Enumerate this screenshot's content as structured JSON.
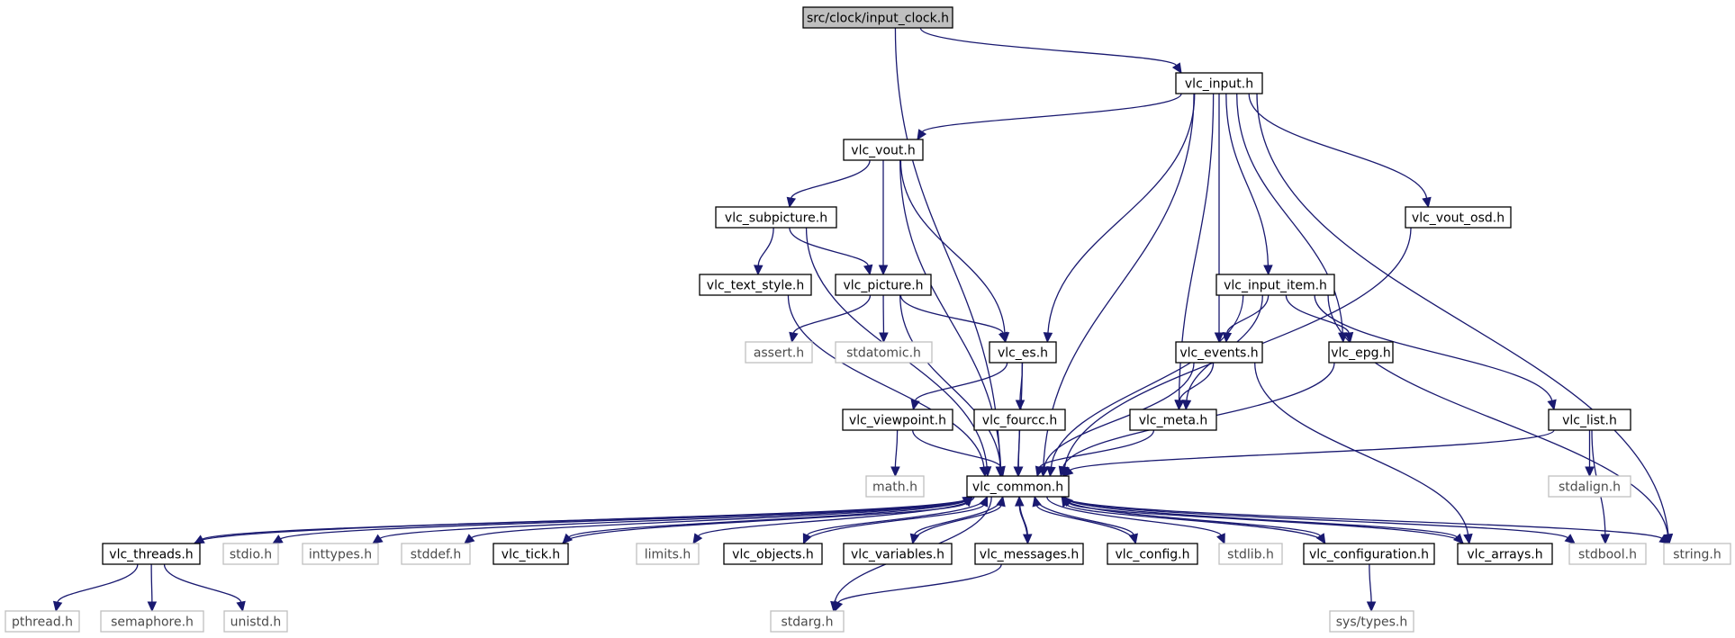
{
  "graph": {
    "colors": {
      "edge": "#191970",
      "main_fill": "#bfbfbf",
      "system_border": "#bfbfbf",
      "system_text": "#4a4a4a"
    },
    "nodes": [
      {
        "id": "input_clock",
        "label": "src/clock/input_clock.h",
        "kind": "main"
      },
      {
        "id": "vlc_input",
        "label": "vlc_input.h",
        "kind": "internal"
      },
      {
        "id": "vlc_vout",
        "label": "vlc_vout.h",
        "kind": "internal"
      },
      {
        "id": "vlc_subpicture",
        "label": "vlc_subpicture.h",
        "kind": "internal"
      },
      {
        "id": "vlc_vout_osd",
        "label": "vlc_vout_osd.h",
        "kind": "internal"
      },
      {
        "id": "vlc_text_style",
        "label": "vlc_text_style.h",
        "kind": "internal"
      },
      {
        "id": "vlc_picture",
        "label": "vlc_picture.h",
        "kind": "internal"
      },
      {
        "id": "vlc_input_item",
        "label": "vlc_input_item.h",
        "kind": "internal"
      },
      {
        "id": "assert",
        "label": "assert.h",
        "kind": "system"
      },
      {
        "id": "stdatomic",
        "label": "stdatomic.h",
        "kind": "system"
      },
      {
        "id": "vlc_es",
        "label": "vlc_es.h",
        "kind": "internal"
      },
      {
        "id": "vlc_events",
        "label": "vlc_events.h",
        "kind": "internal"
      },
      {
        "id": "vlc_epg",
        "label": "vlc_epg.h",
        "kind": "internal"
      },
      {
        "id": "vlc_viewpoint",
        "label": "vlc_viewpoint.h",
        "kind": "internal"
      },
      {
        "id": "vlc_fourcc",
        "label": "vlc_fourcc.h",
        "kind": "internal"
      },
      {
        "id": "vlc_meta",
        "label": "vlc_meta.h",
        "kind": "internal"
      },
      {
        "id": "vlc_list",
        "label": "vlc_list.h",
        "kind": "internal"
      },
      {
        "id": "math",
        "label": "math.h",
        "kind": "system"
      },
      {
        "id": "vlc_common",
        "label": "vlc_common.h",
        "kind": "internal"
      },
      {
        "id": "stdalign",
        "label": "stdalign.h",
        "kind": "system"
      },
      {
        "id": "vlc_threads",
        "label": "vlc_threads.h",
        "kind": "internal"
      },
      {
        "id": "stdio",
        "label": "stdio.h",
        "kind": "system"
      },
      {
        "id": "inttypes",
        "label": "inttypes.h",
        "kind": "system"
      },
      {
        "id": "stddef",
        "label": "stddef.h",
        "kind": "system"
      },
      {
        "id": "vlc_tick",
        "label": "vlc_tick.h",
        "kind": "internal"
      },
      {
        "id": "limits",
        "label": "limits.h",
        "kind": "system"
      },
      {
        "id": "vlc_objects",
        "label": "vlc_objects.h",
        "kind": "internal"
      },
      {
        "id": "vlc_variables",
        "label": "vlc_variables.h",
        "kind": "internal"
      },
      {
        "id": "vlc_messages",
        "label": "vlc_messages.h",
        "kind": "internal"
      },
      {
        "id": "vlc_config",
        "label": "vlc_config.h",
        "kind": "internal"
      },
      {
        "id": "stdlib",
        "label": "stdlib.h",
        "kind": "system"
      },
      {
        "id": "vlc_configuration",
        "label": "vlc_configuration.h",
        "kind": "internal"
      },
      {
        "id": "vlc_arrays",
        "label": "vlc_arrays.h",
        "kind": "internal"
      },
      {
        "id": "stdbool",
        "label": "stdbool.h",
        "kind": "system"
      },
      {
        "id": "string",
        "label": "string.h",
        "kind": "system"
      },
      {
        "id": "pthread",
        "label": "pthread.h",
        "kind": "system"
      },
      {
        "id": "semaphore",
        "label": "semaphore.h",
        "kind": "system"
      },
      {
        "id": "unistd",
        "label": "unistd.h",
        "kind": "system"
      },
      {
        "id": "stdarg",
        "label": "stdarg.h",
        "kind": "system"
      },
      {
        "id": "sys_types",
        "label": "sys/types.h",
        "kind": "system"
      }
    ],
    "edges": [
      [
        "input_clock",
        "vlc_input"
      ],
      [
        "input_clock",
        "vlc_common"
      ],
      [
        "vlc_input",
        "vlc_vout"
      ],
      [
        "vlc_input",
        "vlc_vout_osd"
      ],
      [
        "vlc_input",
        "vlc_input_item"
      ],
      [
        "vlc_input",
        "vlc_es"
      ],
      [
        "vlc_input",
        "vlc_events"
      ],
      [
        "vlc_input",
        "vlc_epg"
      ],
      [
        "vlc_input",
        "vlc_meta"
      ],
      [
        "vlc_input",
        "vlc_common"
      ],
      [
        "vlc_input",
        "string"
      ],
      [
        "vlc_vout",
        "vlc_subpicture"
      ],
      [
        "vlc_vout",
        "vlc_picture"
      ],
      [
        "vlc_vout",
        "vlc_es"
      ],
      [
        "vlc_vout",
        "vlc_common"
      ],
      [
        "vlc_subpicture",
        "vlc_text_style"
      ],
      [
        "vlc_subpicture",
        "vlc_picture"
      ],
      [
        "vlc_subpicture",
        "vlc_common"
      ],
      [
        "vlc_text_style",
        "vlc_common"
      ],
      [
        "vlc_picture",
        "assert"
      ],
      [
        "vlc_picture",
        "stdatomic"
      ],
      [
        "vlc_picture",
        "vlc_es"
      ],
      [
        "vlc_picture",
        "vlc_common"
      ],
      [
        "vlc_vout_osd",
        "vlc_common"
      ],
      [
        "vlc_input_item",
        "vlc_events"
      ],
      [
        "vlc_input_item",
        "vlc_epg"
      ],
      [
        "vlc_input_item",
        "vlc_meta"
      ],
      [
        "vlc_input_item",
        "vlc_list"
      ],
      [
        "vlc_input_item",
        "vlc_common"
      ],
      [
        "vlc_input_item",
        "string"
      ],
      [
        "vlc_es",
        "vlc_viewpoint"
      ],
      [
        "vlc_es",
        "vlc_fourcc"
      ],
      [
        "vlc_es",
        "vlc_common"
      ],
      [
        "vlc_events",
        "vlc_meta"
      ],
      [
        "vlc_events",
        "vlc_common"
      ],
      [
        "vlc_events",
        "vlc_arrays"
      ],
      [
        "vlc_epg",
        "vlc_common"
      ],
      [
        "vlc_viewpoint",
        "math"
      ],
      [
        "vlc_viewpoint",
        "vlc_common"
      ],
      [
        "vlc_fourcc",
        "vlc_common"
      ],
      [
        "vlc_meta",
        "vlc_common"
      ],
      [
        "vlc_list",
        "vlc_common"
      ],
      [
        "vlc_list",
        "stdalign"
      ],
      [
        "vlc_list",
        "stdbool"
      ],
      [
        "vlc_common",
        "vlc_threads"
      ],
      [
        "vlc_common",
        "stdio"
      ],
      [
        "vlc_common",
        "inttypes"
      ],
      [
        "vlc_common",
        "stddef"
      ],
      [
        "vlc_common",
        "vlc_tick"
      ],
      [
        "vlc_common",
        "limits"
      ],
      [
        "vlc_common",
        "vlc_objects"
      ],
      [
        "vlc_common",
        "vlc_variables"
      ],
      [
        "vlc_common",
        "vlc_messages"
      ],
      [
        "vlc_common",
        "vlc_config"
      ],
      [
        "vlc_common",
        "stdlib"
      ],
      [
        "vlc_common",
        "vlc_configuration"
      ],
      [
        "vlc_common",
        "vlc_arrays"
      ],
      [
        "vlc_common",
        "stdbool"
      ],
      [
        "vlc_common",
        "string"
      ],
      [
        "vlc_common",
        "stdarg"
      ],
      [
        "vlc_threads",
        "vlc_common"
      ],
      [
        "vlc_tick",
        "vlc_common"
      ],
      [
        "vlc_objects",
        "vlc_common"
      ],
      [
        "vlc_variables",
        "vlc_common"
      ],
      [
        "vlc_messages",
        "vlc_common"
      ],
      [
        "vlc_config",
        "vlc_common"
      ],
      [
        "vlc_configuration",
        "vlc_common"
      ],
      [
        "vlc_arrays",
        "vlc_common"
      ],
      [
        "vlc_threads",
        "pthread"
      ],
      [
        "vlc_threads",
        "semaphore"
      ],
      [
        "vlc_threads",
        "unistd"
      ],
      [
        "vlc_messages",
        "stdarg"
      ],
      [
        "vlc_configuration",
        "sys_types"
      ]
    ]
  }
}
